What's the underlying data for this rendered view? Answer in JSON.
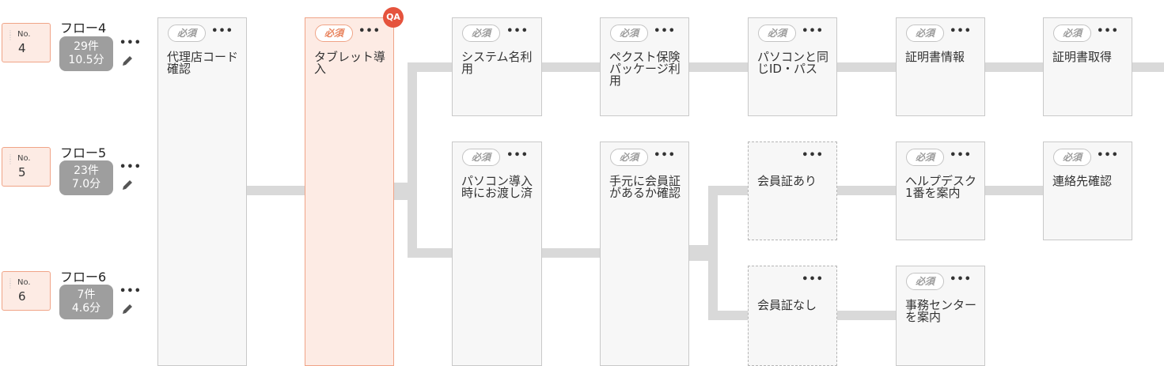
{
  "flows": [
    {
      "no_label": "No.",
      "no_value": "4",
      "name": "フロー4",
      "count": "29件",
      "time": "10.5分"
    },
    {
      "no_label": "No.",
      "no_value": "5",
      "name": "フロー5",
      "count": "23件",
      "time": "7.0分"
    },
    {
      "no_label": "No.",
      "no_value": "6",
      "name": "フロー6",
      "count": "7件",
      "time": "4.6分"
    }
  ],
  "ui": {
    "required_label": "必須",
    "more_icon_text": "•••",
    "qa_label": "QA"
  },
  "cards": {
    "c1": "代理店コード確認",
    "c2": "タブレット導入",
    "c3": "システム名利用",
    "c4": "ペクスト保険パッケージ利用",
    "c5": "パソコンと同じID・パス",
    "c6": "証明書情報",
    "c7": "証明書取得",
    "c8": "パソコン導入時にお渡し済",
    "c9": "手元に会員証があるか確認",
    "c10": "会員証あり",
    "c11": "ヘルプデスク1番を案内",
    "c12": "連絡先確認",
    "c13": "会員証なし",
    "c14": "事務センターを案内"
  },
  "colors": {
    "accent": "#f0a487",
    "selected_bg": "#fdebe4",
    "qa_badge": "#e5533d",
    "stats_bg": "#9e9e9e",
    "connector": "#d9d9d9"
  }
}
